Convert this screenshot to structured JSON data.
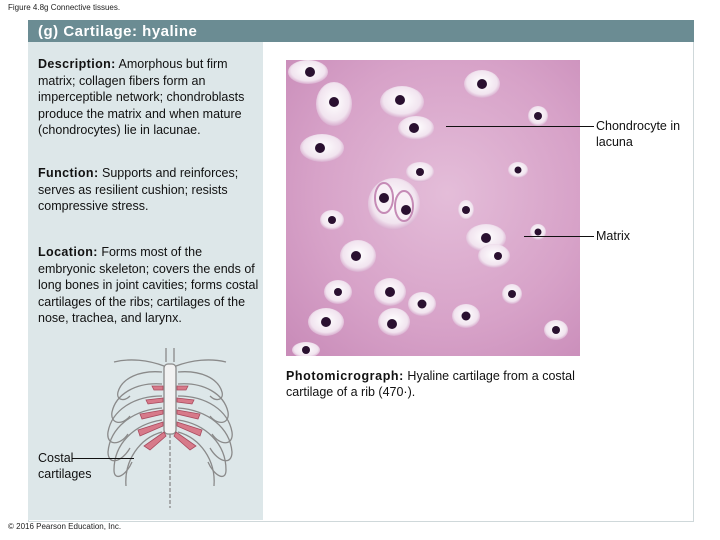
{
  "figure_caption": "Figure 4.8g Connective tissues.",
  "panel": {
    "title": "(g) Cartilage: hyaline",
    "description": {
      "label": "Description:",
      "text": " Amorphous but firm matrix; collagen fibers form an imperceptible network; chondroblasts produce the matrix and when mature (chondrocytes) lie in lacunae."
    },
    "function": {
      "label": "Function:",
      "text": " Supports and reinforces; serves as resilient cushion; resists compressive stress."
    },
    "location": {
      "label": "Location:",
      "text": " Forms most of the embryonic skeleton; covers the ends of long bones in joint cavities; forms costal cartilages of the ribs; cartilages of the nose, trachea, and larynx."
    }
  },
  "micrograph": {
    "caption_label": "Photomicrograph:",
    "caption_text": " Hyaline cartilage from a costal cartilage of a rib (470·).",
    "callouts": {
      "chondrocyte": "Chondrocyte in lacuna",
      "matrix": "Matrix"
    }
  },
  "ribcage": {
    "label": "Costal cartilages"
  },
  "copyright": "© 2016 Pearson Education, Inc.",
  "colors": {
    "title_bar": "#6b8c93",
    "left_panel": "#dde7e9",
    "matrix": "#d9a8cc",
    "lacuna": "#f4eef4",
    "nucleus": "#2a1030",
    "costal_cartilage": "#d77a8a"
  }
}
